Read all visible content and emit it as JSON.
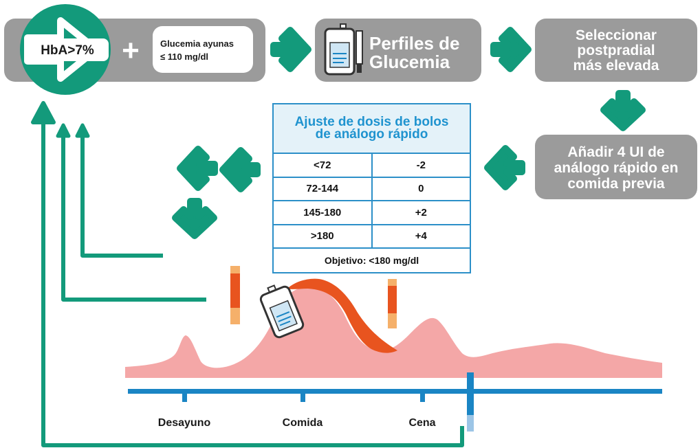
{
  "colors": {
    "teal": "#139a7b",
    "grey_box": "#9b9b9b",
    "curve_pink": "#f4a7a7",
    "curve_peak": "#e8541f",
    "timeline_blue": "#1a85c4",
    "table_border": "#2b8fc8",
    "table_title": "#1f93cf"
  },
  "step1": {
    "hba_label": "HbA>7%",
    "plus_sign": "+",
    "fasting_line1": "Glucemia ayunas",
    "fasting_line2": "≤ 110 mg/dl"
  },
  "step2": {
    "line1": "Perfiles de",
    "line2": "Glucemia",
    "icon": "glucometer-icon"
  },
  "step3": {
    "line1": "Seleccionar",
    "line2": "postpradial",
    "line3": "más elevada"
  },
  "step4": {
    "line1": "Añadir 4 UI de",
    "line2": "análogo rápido en",
    "line3": "comida previa"
  },
  "table": {
    "title_line1": "Ajuste de dosis de bolos",
    "title_line2": "de análogo rápido",
    "rows": [
      {
        "range": "<72",
        "dose": "-2"
      },
      {
        "range": "72-144",
        "dose": "0"
      },
      {
        "range": "145-180",
        "dose": "+2"
      },
      {
        "range": ">180",
        "dose": "+4"
      }
    ],
    "footer": "Objetivo: <180 mg/dl"
  },
  "timeline": {
    "meals": [
      "Desayuno",
      "Comida",
      "Cena"
    ]
  }
}
